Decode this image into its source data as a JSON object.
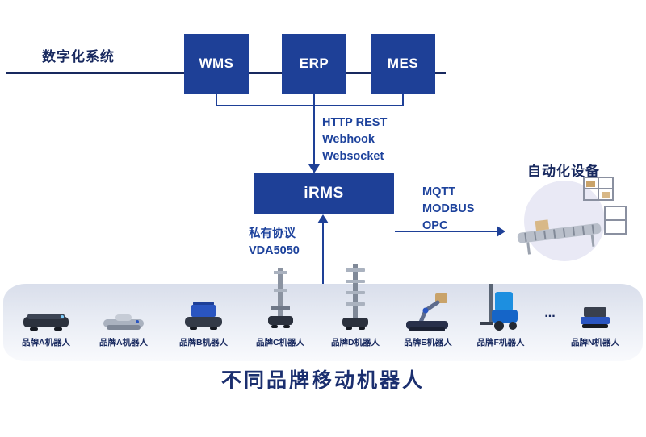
{
  "colors": {
    "primary_blue": "#1e4097",
    "navy_text": "#18295f",
    "protocol_text": "#1d429c",
    "band_top": "#d9deeb",
    "band_bottom": "#f9fafd"
  },
  "digital_systems": {
    "label": "数字化系统",
    "systems": [
      "WMS",
      "ERP",
      "MES"
    ]
  },
  "down_link": {
    "lines": [
      "HTTP REST",
      "Webhook",
      "Websocket"
    ]
  },
  "irms": {
    "label": "iRMS"
  },
  "right_link": {
    "lines": [
      "MQTT",
      "MODBUS",
      "OPC"
    ]
  },
  "automation": {
    "label": "自动化设备"
  },
  "up_link": {
    "lines": [
      "私有协议",
      "VDA5050"
    ]
  },
  "robots": [
    {
      "label": "品牌A机器人"
    },
    {
      "label": "品牌A机器人"
    },
    {
      "label": "品牌B机器人"
    },
    {
      "label": "品牌C机器人"
    },
    {
      "label": "品牌D机器人"
    },
    {
      "label": "品牌E机器人"
    },
    {
      "label": "品牌F机器人"
    },
    {
      "label": "..."
    },
    {
      "label": "品牌N机器人"
    }
  ],
  "footer": {
    "title": "不同品牌移动机器人"
  }
}
